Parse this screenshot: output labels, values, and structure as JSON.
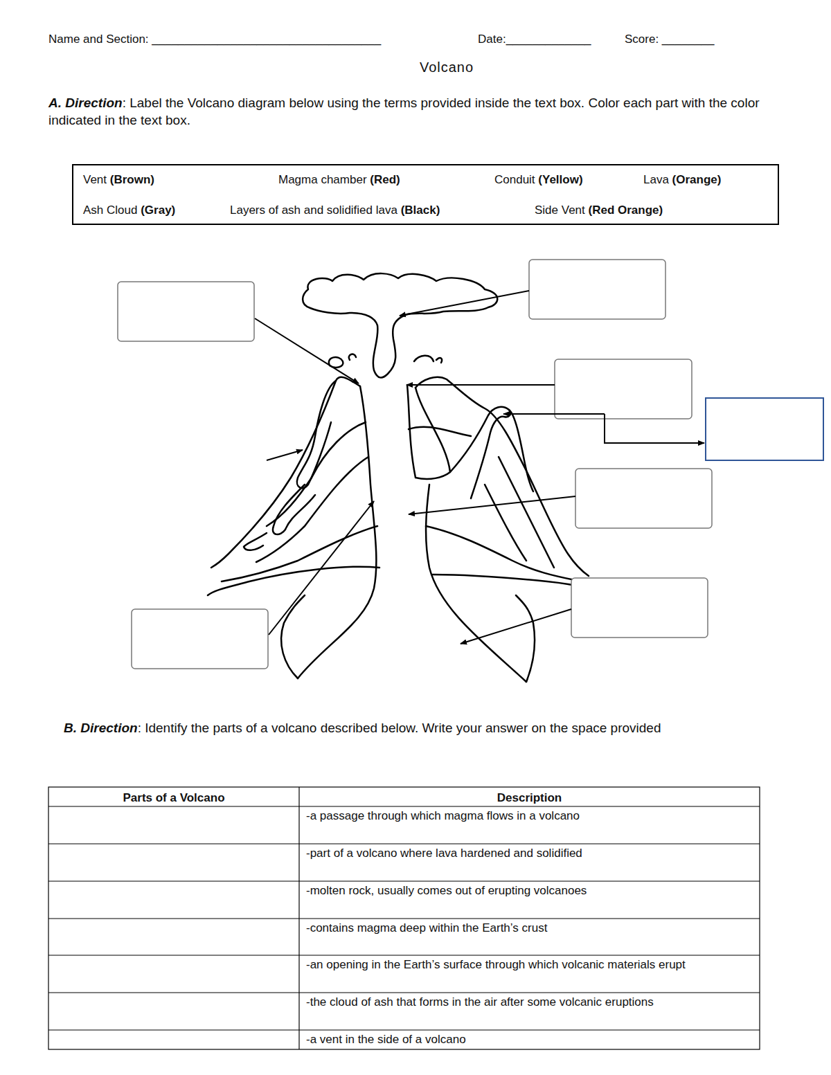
{
  "diagram": {
    "title": "Volcano",
    "nodes": [
      {
        "text": [
          "Vent (Brown)",
          "Magma chamber (Red)",
          "Conduit (Yellow)",
          "Lava (Orange)",
          "Ash Cloud (Gray)",
          "Layers of ash and solidified lava (Black)",
          "Side Vent (Red Orange)"
        ]
      }
    ],
    "labels": [
      "Name and Section: ___________________________________",
      "Date:_____________",
      "Score: ________",
      "A. Direction: Label the Volcano diagram below using the terms provided inside the text box. Color each part with the color indicated in the text box.",
      "B. Direction: Identify the parts of a volcano described below. Write your answer on the space provided",
      "Parts of a Volcano",
      "Description",
      "-a passage through which magma flows in a volcano",
      "-part of a volcano where lava hardened and solidified",
      "-molten rock, usually comes out of erupting volcanoes",
      "-contains magma deep within the Earth’s crust",
      "-an opening in the Earth’s surface through which volcanic materials erupt",
      "-the cloud of ash that forms in the air after some volcanic eruptions",
      "-a vent in the side of a volcano"
    ]
  }
}
